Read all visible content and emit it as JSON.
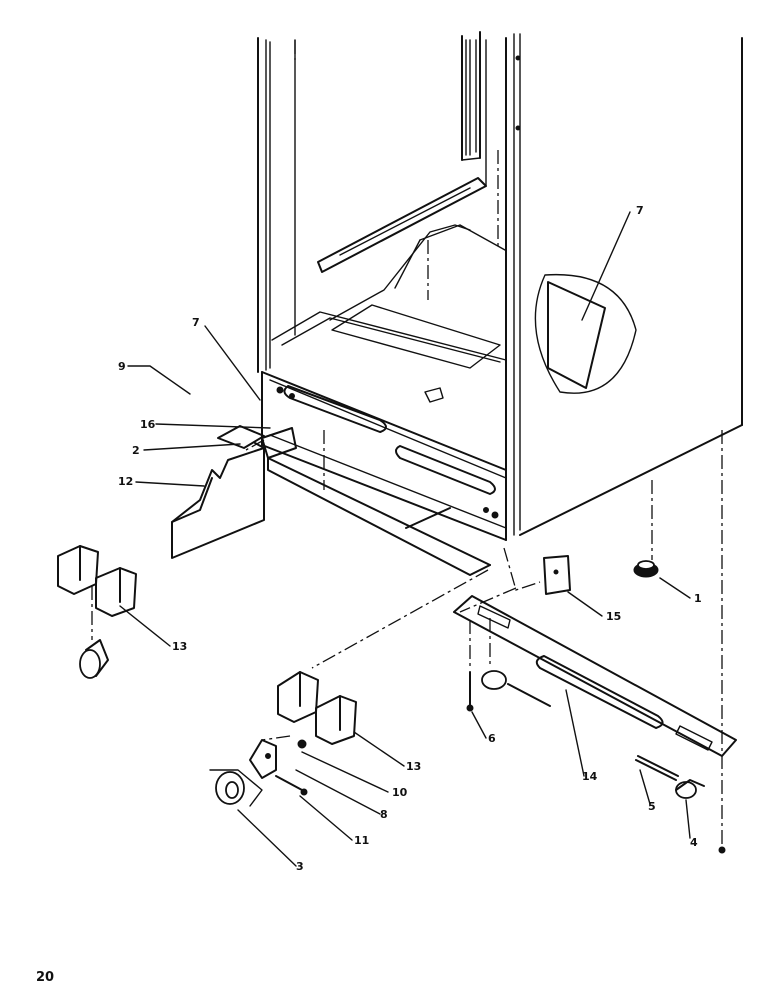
{
  "diagram": {
    "callouts": [
      {
        "id": "c7a",
        "label": "7"
      },
      {
        "id": "c7b",
        "label": "7"
      },
      {
        "id": "c9",
        "label": "9"
      },
      {
        "id": "c16",
        "label": "16"
      },
      {
        "id": "c2",
        "label": "2"
      },
      {
        "id": "c12",
        "label": "12"
      },
      {
        "id": "c13a",
        "label": "13"
      },
      {
        "id": "c1",
        "label": "1"
      },
      {
        "id": "c15",
        "label": "15"
      },
      {
        "id": "c6",
        "label": "6"
      },
      {
        "id": "c13b",
        "label": "13"
      },
      {
        "id": "c10",
        "label": "10"
      },
      {
        "id": "c8",
        "label": "8"
      },
      {
        "id": "c11",
        "label": "11"
      },
      {
        "id": "c3",
        "label": "3"
      },
      {
        "id": "c14",
        "label": "14"
      },
      {
        "id": "c5",
        "label": "5"
      },
      {
        "id": "c4",
        "label": "4"
      }
    ]
  },
  "page_number": "20"
}
